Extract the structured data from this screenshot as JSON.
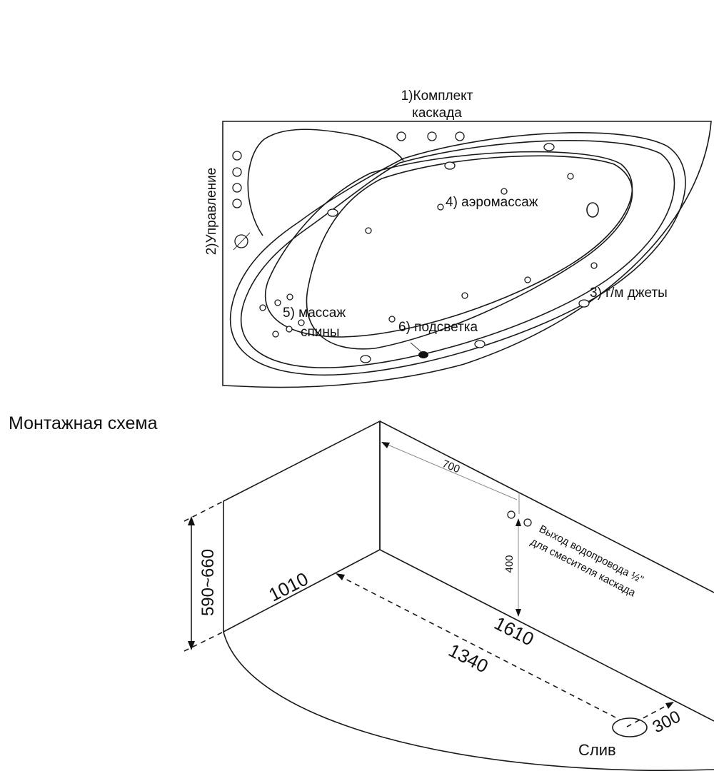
{
  "plan_labels": {
    "cascade_line1": "1)Комплект",
    "cascade_line2": "каскада",
    "control": "2)Управление",
    "aero": "4) аэромассаж",
    "jets": "3) г/м джеты",
    "back_line1": "5) массаж",
    "back_line2": "спины",
    "light": "6) подсветка"
  },
  "section_title": "Монтажная схема",
  "dimensions": {
    "d700": "700",
    "d400": "400",
    "height": "590~660",
    "d1010": "1010",
    "d1610": "1610",
    "d1340": "1340",
    "d300": "300"
  },
  "notes": {
    "water_line1": "Выход водопровода ½\"",
    "water_line2": "для смесителя каскада",
    "drain": "Слив"
  }
}
